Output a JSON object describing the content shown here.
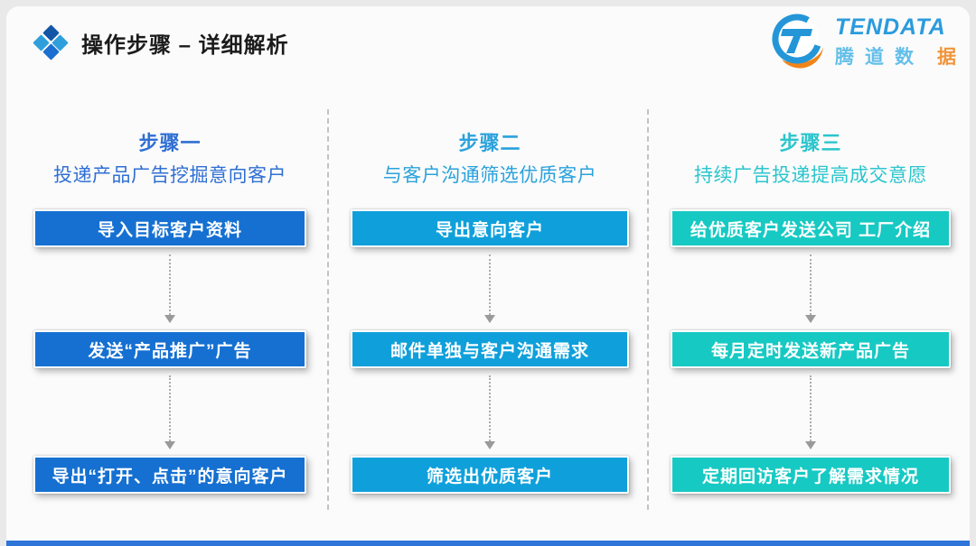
{
  "header": {
    "title": "操作步骤 – 详细解析",
    "title_icon": "four-diamond-icon",
    "icon_colors": {
      "top": "#1356a8",
      "left": "#2f9fdc",
      "right": "#2f9fdc",
      "bottom": "#1b6fd0"
    }
  },
  "logo": {
    "icon": "tendata-globe-t-icon",
    "brand_en": "TENDATA",
    "brand_cn_main": "腾道数",
    "brand_cn_accent": "据",
    "blue": "#2496d8",
    "orange": "#f08519"
  },
  "columns": [
    {
      "step": "步骤一",
      "subtitle": "投递产品广告挖掘意向客户",
      "accent_color": "#2f6fd3",
      "box_color": "#1570d1",
      "boxes": [
        "导入目标客户资料",
        "发送“产品推广”广告",
        "导出“打开、点击”的意向客户"
      ]
    },
    {
      "step": "步骤二",
      "subtitle": "与客户沟通筛选优质客户",
      "accent_color": "#2aa2dc",
      "box_color": "#0fa0db",
      "boxes": [
        "导出意向客户",
        "邮件单独与客户沟通需求",
        "筛选出优质客户"
      ]
    },
    {
      "step": "步骤三",
      "subtitle": "持续广告投递提高成交意愿",
      "accent_color": "#2bc5cd",
      "box_color": "#17c9c3",
      "boxes": [
        "给优质客户发送公司 工厂介绍",
        "每月定时发送新产品广告",
        "定期回访客户了解需求情况"
      ]
    }
  ],
  "footer": {
    "bar_color": "#2e74d9"
  }
}
